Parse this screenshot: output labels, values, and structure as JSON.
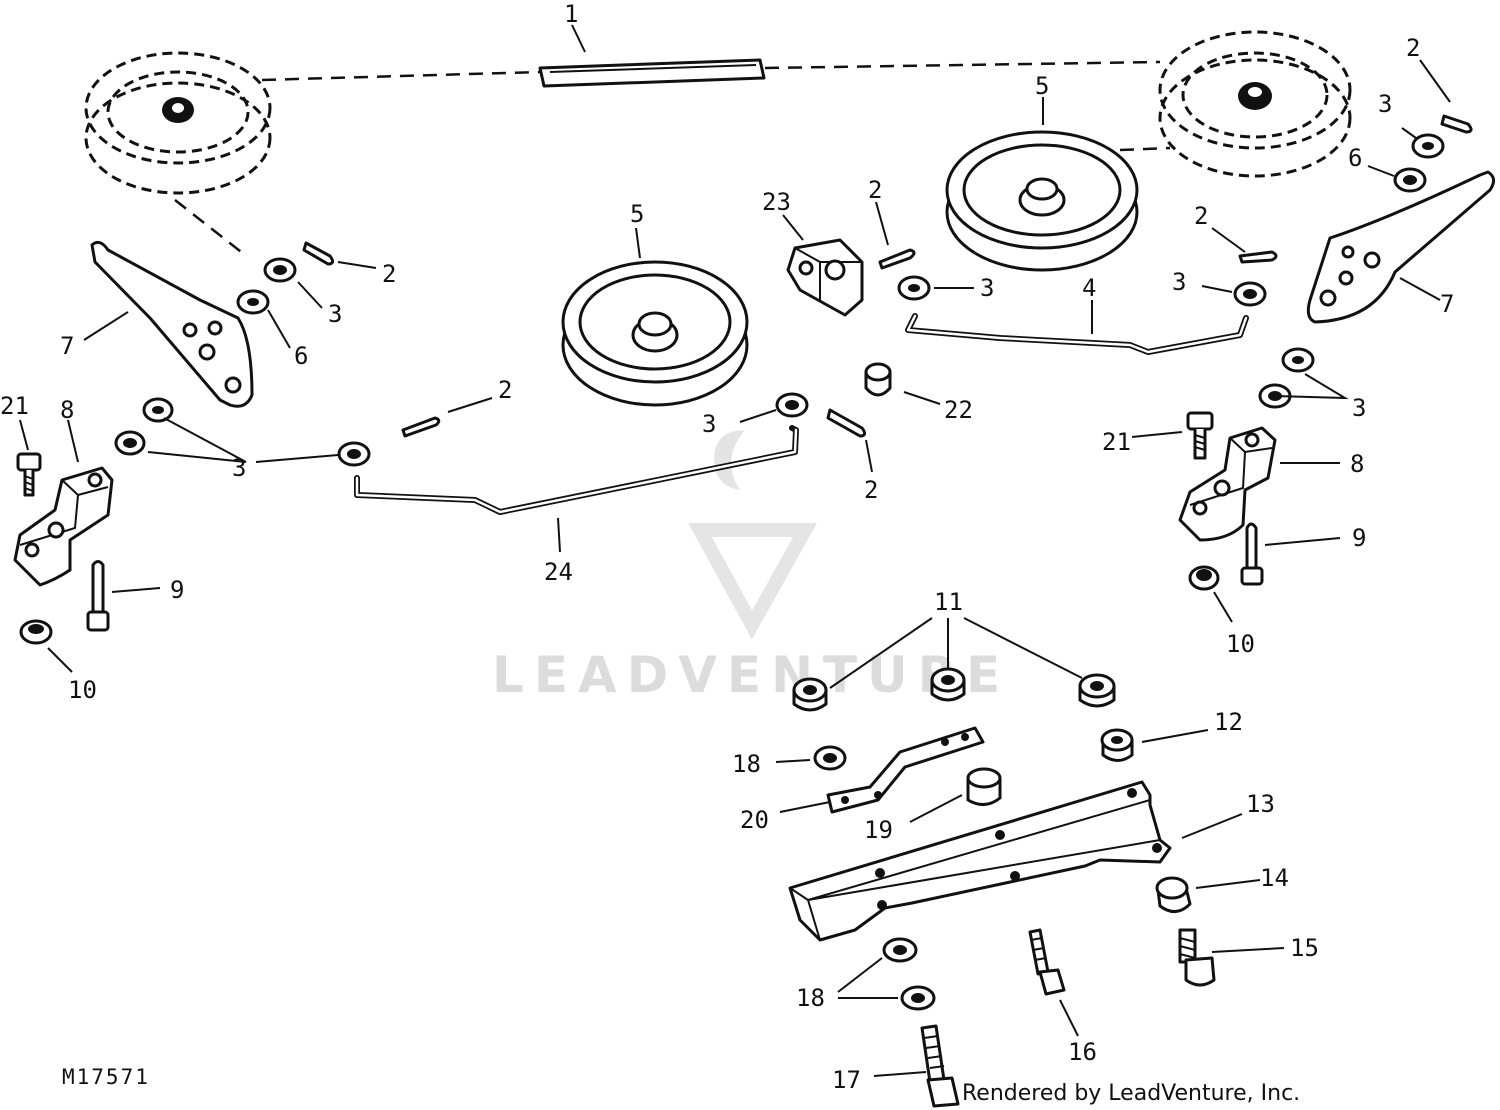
{
  "callouts": {
    "c1": "1",
    "c2a": "2",
    "c2b": "2",
    "c2c": "2",
    "c2d": "2",
    "c2e": "2",
    "c2f": "2",
    "c3a": "3",
    "c3b": "3",
    "c3c": "3",
    "c3d": "3",
    "c3e": "3",
    "c3f": "3",
    "c3g": "3",
    "c4": "4",
    "c5a": "5",
    "c5b": "5",
    "c6a": "6",
    "c6b": "6",
    "c7a": "7",
    "c7b": "7",
    "c8a": "8",
    "c8b": "8",
    "c9a": "9",
    "c9b": "9",
    "c10a": "10",
    "c10b": "10",
    "c11": "11",
    "c12": "12",
    "c13": "13",
    "c14": "14",
    "c15": "15",
    "c16": "16",
    "c17": "17",
    "c18a": "18",
    "c18b": "18",
    "c19": "19",
    "c20": "20",
    "c21a": "21",
    "c21b": "21",
    "c22": "22",
    "c23": "23",
    "c24": "24"
  },
  "figure_id": "M17571",
  "credit": "Rendered by LeadVenture, Inc.",
  "watermark": "LEADVENTURE"
}
